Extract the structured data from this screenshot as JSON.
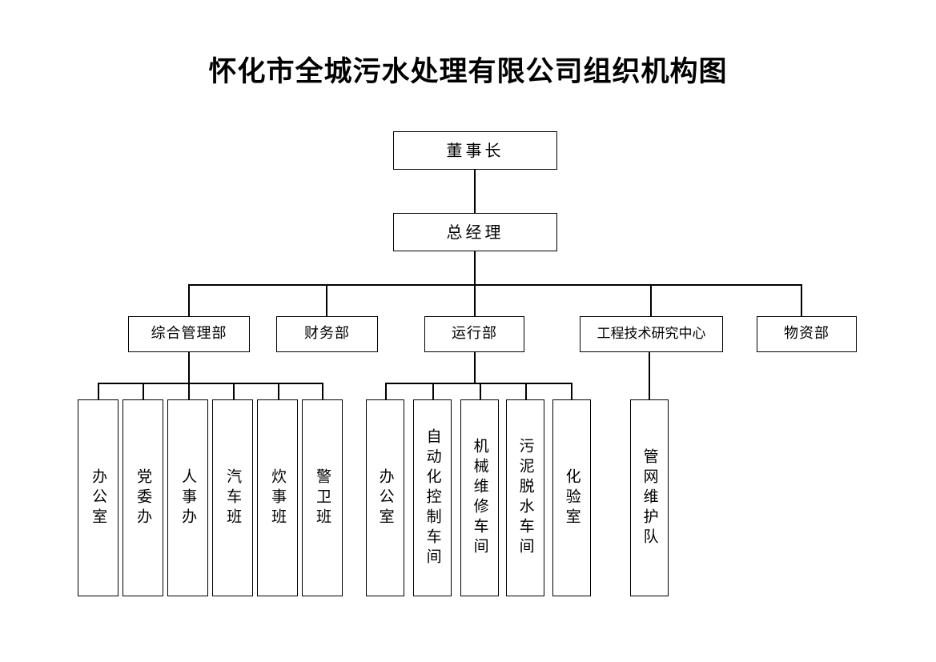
{
  "title": "怀化市全城污水处理有限公司组织机构图",
  "chart_data": {
    "type": "diagram",
    "diagram_kind": "organizational-chart",
    "title": "怀化市全城污水处理有限公司组织机构图",
    "orientation": "top-down",
    "levels": [
      {
        "level": 1,
        "nodes": [
          "董事长"
        ]
      },
      {
        "level": 2,
        "nodes": [
          "总经理"
        ]
      },
      {
        "level": 3,
        "nodes": [
          "综合管理部",
          "财务部",
          "运行部",
          "工程技术研究中心",
          "物资部"
        ]
      },
      {
        "level": 4,
        "nodes": [
          "办公室",
          "党委办",
          "人事办",
          "汽车班",
          "炊事班",
          "警卫班",
          "办公室",
          "自动化控制车间",
          "机械维修车间",
          "污泥脱水车间",
          "化验室",
          "管网维护队"
        ]
      }
    ],
    "edges": [
      {
        "from": "董事长",
        "to": "总经理"
      },
      {
        "from": "总经理",
        "to": "综合管理部"
      },
      {
        "from": "总经理",
        "to": "财务部"
      },
      {
        "from": "总经理",
        "to": "运行部"
      },
      {
        "from": "总经理",
        "to": "工程技术研究中心"
      },
      {
        "from": "总经理",
        "to": "物资部"
      },
      {
        "from": "综合管理部",
        "to": "办公室"
      },
      {
        "from": "综合管理部",
        "to": "党委办"
      },
      {
        "from": "综合管理部",
        "to": "人事办"
      },
      {
        "from": "综合管理部",
        "to": "汽车班"
      },
      {
        "from": "综合管理部",
        "to": "炊事班"
      },
      {
        "from": "综合管理部",
        "to": "警卫班"
      },
      {
        "from": "运行部",
        "to": "办公室"
      },
      {
        "from": "运行部",
        "to": "自动化控制车间"
      },
      {
        "from": "运行部",
        "to": "机械维修车间"
      },
      {
        "from": "运行部",
        "to": "污泥脱水车间"
      },
      {
        "from": "运行部",
        "to": "化验室"
      },
      {
        "from": "工程技术研究中心",
        "to": "管网维护队"
      }
    ],
    "line_color": "#000000",
    "box_fill": "#ffffff",
    "text_color": "#000000"
  },
  "nodes": {
    "chairman": "董事长",
    "general_manager": "总经理",
    "dept_admin": "综合管理部",
    "dept_finance": "财务部",
    "dept_operations": "运行部",
    "dept_engineering": "工程技术研究中心",
    "dept_materials": "物资部",
    "admin_children": [
      "办公室",
      "党委办",
      "人事办",
      "汽车班",
      "炊事班",
      "警卫班"
    ],
    "operations_children": [
      "办公室",
      "自动化控制车间",
      "机械维修车间",
      "污泥脱水车间",
      "化验室"
    ],
    "engineering_children": [
      "管网维护队"
    ]
  }
}
